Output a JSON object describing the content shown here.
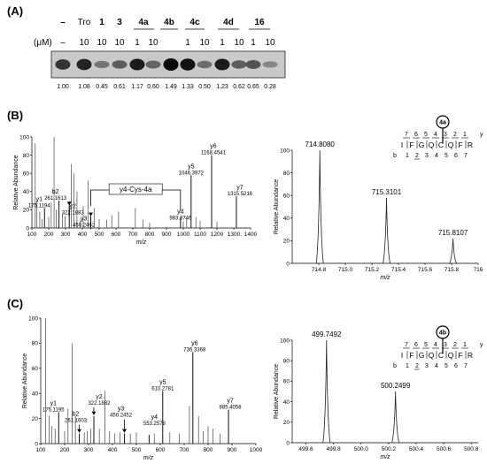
{
  "panels": {
    "A": "(A)",
    "B": "(B)",
    "C": "(C)"
  },
  "blot": {
    "compounds": [
      "–",
      "Tro",
      "1",
      "3",
      "4a",
      "4b",
      "4c",
      "4d",
      "16"
    ],
    "um_label": "(μM)",
    "um_values": [
      "–",
      "10",
      "10",
      "10",
      "1",
      "10",
      "1",
      "10",
      "1",
      "10",
      "1",
      "10"
    ],
    "quant": [
      "1.00",
      "1.08",
      "0.45",
      "0.61",
      "1.17",
      "0.60",
      "1.49",
      "1.33",
      "0.50",
      "1.23",
      "0.62",
      "0.65",
      "0.28"
    ],
    "band_intensity": [
      0.75,
      0.85,
      0.35,
      0.5,
      0.9,
      0.45,
      1.0,
      0.95,
      0.4,
      0.9,
      0.5,
      0.55,
      0.25
    ]
  },
  "chart_data": [
    {
      "type": "bar",
      "name": "B-msms",
      "xlabel": "m/z",
      "ylabel": "Relative Abundance",
      "xlim": [
        100,
        1400
      ],
      "ylim": [
        0,
        100
      ],
      "xticks": [
        "100",
        "200",
        "300",
        "400",
        "500",
        "600",
        "700",
        "800",
        "900",
        "1000",
        "1100",
        "1200",
        "1300",
        "1400"
      ],
      "yticks": [
        "0",
        "20",
        "40",
        "60",
        "80",
        "100"
      ],
      "bracket_label": "y4-Cys-4a",
      "peaks": [
        {
          "x": 120,
          "y": 93
        },
        {
          "x": 130,
          "y": 30
        },
        {
          "x": 147,
          "y": 18
        },
        {
          "x": 160,
          "y": 10
        },
        {
          "x": 175.1194,
          "y": 22,
          "label": "y1",
          "mz": "175.1194"
        },
        {
          "x": 200,
          "y": 12
        },
        {
          "x": 215,
          "y": 28
        },
        {
          "x": 232,
          "y": 100
        },
        {
          "x": 245,
          "y": 20
        },
        {
          "x": 261.1613,
          "y": 30,
          "label": "b2",
          "mz": "261.1613"
        },
        {
          "x": 282,
          "y": 16
        },
        {
          "x": 298,
          "y": 13
        },
        {
          "x": 322.1883,
          "y": 24,
          "label": "y2",
          "mz": "322.1883"
        },
        {
          "x": 335,
          "y": 70
        },
        {
          "x": 350,
          "y": 60
        },
        {
          "x": 368,
          "y": 40
        },
        {
          "x": 388,
          "y": 9
        },
        {
          "x": 405,
          "y": 24
        },
        {
          "x": 435,
          "y": 52
        },
        {
          "x": 450.2462,
          "y": 12,
          "label": "y3",
          "mz": "450.2462"
        },
        {
          "x": 470,
          "y": 22
        },
        {
          "x": 500,
          "y": 10
        },
        {
          "x": 545,
          "y": 9
        },
        {
          "x": 575,
          "y": 14
        },
        {
          "x": 615,
          "y": 18
        },
        {
          "x": 715,
          "y": 22
        },
        {
          "x": 760,
          "y": 9
        },
        {
          "x": 800,
          "y": 6
        },
        {
          "x": 983.3746,
          "y": 12,
          "label": "y4",
          "mz": "983.3746"
        },
        {
          "x": 1000,
          "y": 7
        },
        {
          "x": 1020,
          "y": 10
        },
        {
          "x": 1046.3972,
          "y": 58,
          "label": "y5",
          "mz": "1046.3972"
        },
        {
          "x": 1075,
          "y": 12
        },
        {
          "x": 1100,
          "y": 8
        },
        {
          "x": 1168.4541,
          "y": 80,
          "label": "y6",
          "mz": "1168.4541"
        },
        {
          "x": 1200,
          "y": 7
        },
        {
          "x": 1315.5216,
          "y": 35,
          "label": "y7",
          "mz": "1315.5216"
        }
      ]
    },
    {
      "type": "line",
      "name": "B-isotope",
      "xlabel": "m/z",
      "ylabel": "Relative Abundance",
      "xlim": [
        714.6,
        716.0
      ],
      "ylim": [
        0,
        100
      ],
      "xticks": [
        "714.8",
        "715.0",
        "715.2",
        "715.4",
        "715.6",
        "715.8",
        "716"
      ],
      "yticks": [
        "0",
        "20",
        "40",
        "60",
        "80",
        "100"
      ],
      "peaks": [
        {
          "x": 714.808,
          "y": 100,
          "label": "714.8080"
        },
        {
          "x": 715.3101,
          "y": 58,
          "label": "715.3101"
        },
        {
          "x": 715.8107,
          "y": 22,
          "label": "715.8107"
        }
      ]
    },
    {
      "type": "bar",
      "name": "C-msms",
      "xlabel": "m/z",
      "ylabel": "Relative Abundance",
      "xlim": [
        100,
        1000
      ],
      "ylim": [
        0,
        100
      ],
      "xticks": [
        "100",
        "200",
        "300",
        "400",
        "500",
        "600",
        "700",
        "800",
        "900",
        "1000"
      ],
      "yticks": [
        "0",
        "20",
        "40",
        "60",
        "80",
        "100"
      ],
      "peaks": [
        {
          "x": 120,
          "y": 100
        },
        {
          "x": 135,
          "y": 22
        },
        {
          "x": 147,
          "y": 14
        },
        {
          "x": 160,
          "y": 12
        },
        {
          "x": 175.1195,
          "y": 25,
          "label": "y1",
          "mz": "175.1195"
        },
        {
          "x": 200,
          "y": 10
        },
        {
          "x": 214,
          "y": 28
        },
        {
          "x": 232,
          "y": 80
        },
        {
          "x": 245,
          "y": 22
        },
        {
          "x": 261.1603,
          "y": 8,
          "label": "b2",
          "mz": "261.1603"
        },
        {
          "x": 282,
          "y": 9
        },
        {
          "x": 295,
          "y": 10
        },
        {
          "x": 310,
          "y": 12
        },
        {
          "x": 322.1882,
          "y": 22,
          "label": "y2",
          "mz": "322.1882"
        },
        {
          "x": 345,
          "y": 12
        },
        {
          "x": 368,
          "y": 42
        },
        {
          "x": 388,
          "y": 10
        },
        {
          "x": 410,
          "y": 8
        },
        {
          "x": 432,
          "y": 9
        },
        {
          "x": 450.2452,
          "y": 8,
          "label": "y3",
          "mz": "450.2452"
        },
        {
          "x": 475,
          "y": 8
        },
        {
          "x": 500,
          "y": 9
        },
        {
          "x": 553.2578,
          "y": 7,
          "label": "y4",
          "mz": "553.2578"
        },
        {
          "x": 575,
          "y": 8
        },
        {
          "x": 610.2781,
          "y": 42,
          "label": "y5",
          "mz": "610.2781"
        },
        {
          "x": 640,
          "y": 9
        },
        {
          "x": 680,
          "y": 8
        },
        {
          "x": 722,
          "y": 30
        },
        {
          "x": 736.3368,
          "y": 73,
          "label": "y6",
          "mz": "736.3368"
        },
        {
          "x": 760,
          "y": 22
        },
        {
          "x": 780,
          "y": 10
        },
        {
          "x": 800,
          "y": 14
        },
        {
          "x": 820,
          "y": 12
        },
        {
          "x": 850,
          "y": 8
        },
        {
          "x": 885.4058,
          "y": 27,
          "label": "y7",
          "mz": "885.4058"
        }
      ]
    },
    {
      "type": "line",
      "name": "C-isotope",
      "xlabel": "m/z",
      "ylabel": "Relative Abundance",
      "xlim": [
        499.5,
        500.85
      ],
      "ylim": [
        0,
        100
      ],
      "xticks": [
        "499.6",
        "499.8",
        "500.0",
        "500.2",
        "500.4",
        "500.6",
        "500.8"
      ],
      "yticks": [
        "0",
        "20",
        "40",
        "60",
        "80",
        "100"
      ],
      "peaks": [
        {
          "x": 499.7492,
          "y": 100,
          "label": "499.7492"
        },
        {
          "x": 500.2499,
          "y": 50,
          "label": "500.2499"
        }
      ]
    }
  ],
  "sequences": {
    "B": {
      "badge": "4a",
      "y_nums": [
        "7",
        "6",
        "5",
        "4",
        "3",
        "2",
        "1"
      ],
      "y_ion": "y",
      "residues": [
        "I",
        "F",
        "G",
        "Q",
        "C",
        "Q",
        "F",
        "R"
      ],
      "b_prefix": "b",
      "b_nums": [
        "1",
        "2",
        "3",
        "4",
        "5",
        "6",
        "7"
      ]
    },
    "C": {
      "badge": "4b",
      "y_nums": [
        "7",
        "6",
        "5",
        "4",
        "3",
        "2",
        "1"
      ],
      "y_ion": "y",
      "residues": [
        "I",
        "F",
        "G",
        "Q",
        "C",
        "Q",
        "F",
        "R"
      ],
      "b_prefix": "b",
      "b_nums": [
        "1",
        "2",
        "3",
        "4",
        "5",
        "6",
        "7"
      ]
    }
  }
}
